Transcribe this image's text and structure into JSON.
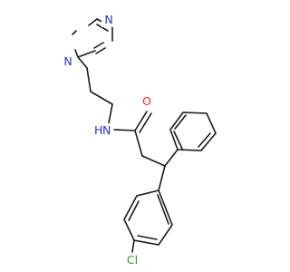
{
  "molecule": {
    "atoms": [
      {
        "id": "n_pz_top",
        "symbol": "N",
        "color": "#2a2acc"
      },
      {
        "id": "n_pz_left",
        "symbol": "N",
        "color": "#2a2acc"
      },
      {
        "id": "n_amide",
        "symbol": "N",
        "hydrogen": "H",
        "color": "#2a2acc"
      },
      {
        "id": "o_carbonyl",
        "symbol": "O",
        "color": "#e62a2a"
      },
      {
        "id": "cl",
        "symbol": "Cl",
        "color": "#2a9a2a"
      }
    ],
    "bond_color": "#1a1a1a"
  }
}
